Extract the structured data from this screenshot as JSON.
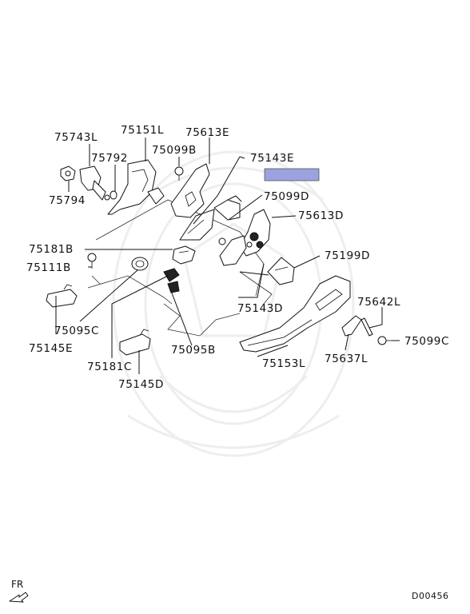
{
  "parts": {
    "p75743L": "75743L",
    "p75151L": "75151L",
    "p75613E": "75613E",
    "p75792": "75792",
    "p75099B": "75099B",
    "p75143E": "75143E",
    "p75794": "75794",
    "p75099D": "75099D",
    "p75613D": "75613D",
    "p75181B": "75181B",
    "p75111B": "75111B",
    "p75199D": "75199D",
    "p75642L": "75642L",
    "p75143D": "75143D",
    "p75095C": "75095C",
    "p75099C": "75099C",
    "p75145E": "75145E",
    "p75095B": "75095B",
    "p75153L": "75153L",
    "p75637L": "75637L",
    "p75181C": "75181C",
    "p75145D": "75145D"
  },
  "highlight_color": "#9aa3df",
  "direction_label": "FR",
  "diagram_code": "D00456"
}
